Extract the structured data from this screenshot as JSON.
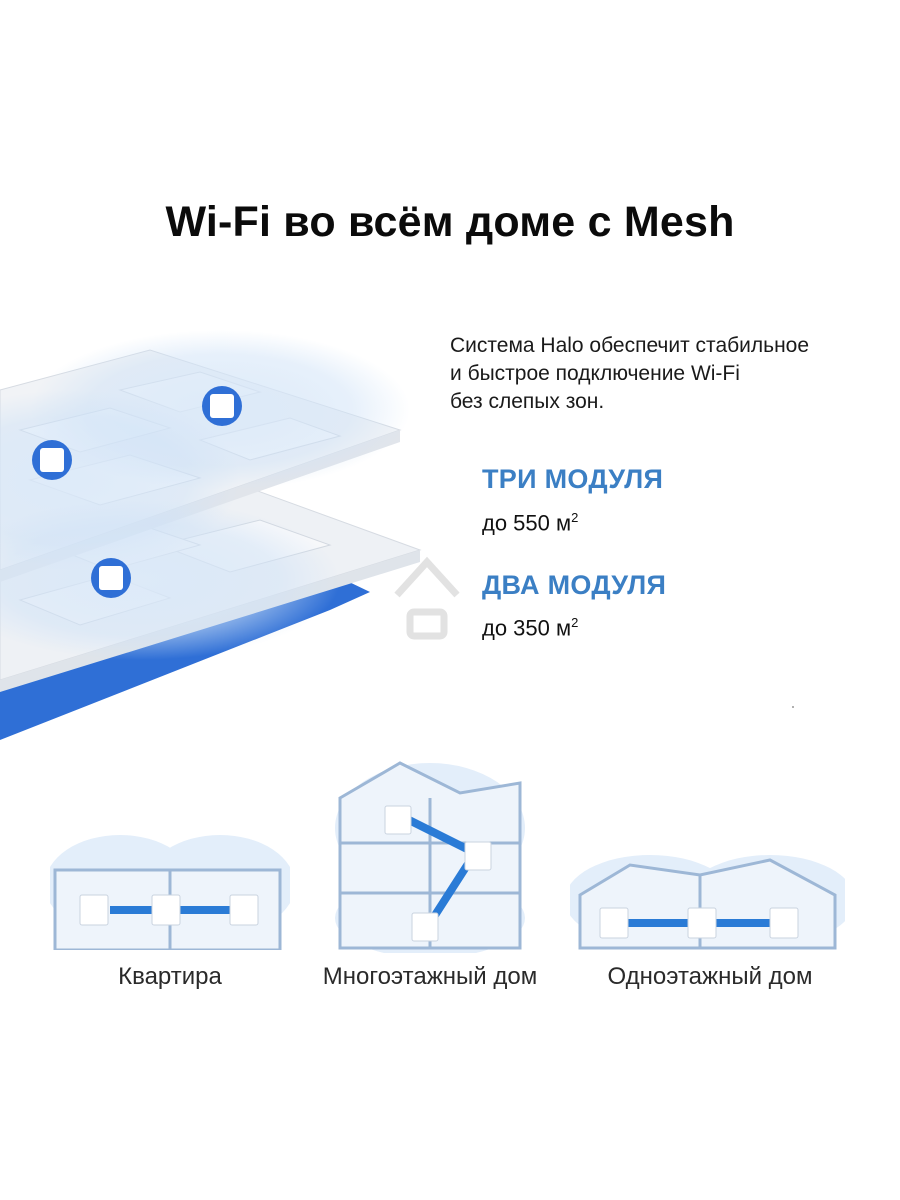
{
  "title": "Wi-Fi во всём доме с Mesh",
  "description": [
    "Система Halo обеспечит стабильное",
    "и быстрое подключение Wi-Fi",
    "без слепых зон."
  ],
  "modules": [
    {
      "title": "ТРИ МОДУЛЯ",
      "area_prefix": "до 550 м",
      "area_sup": "2"
    },
    {
      "title": "ДВА МОДУЛЯ",
      "area_prefix": "до 350 м",
      "area_sup": "2"
    }
  ],
  "scenarios": [
    {
      "caption": "Квартира"
    },
    {
      "caption": "Многоэтажный дом"
    },
    {
      "caption": "Одноэтажный дом"
    }
  ],
  "colors": {
    "accent": "#3b7fc4",
    "floor_blue": "#2f6fd6",
    "wifi_glow": "#cfe2f7"
  },
  "icons": [
    "mesh-node-icon",
    "home-watermark-icon"
  ]
}
